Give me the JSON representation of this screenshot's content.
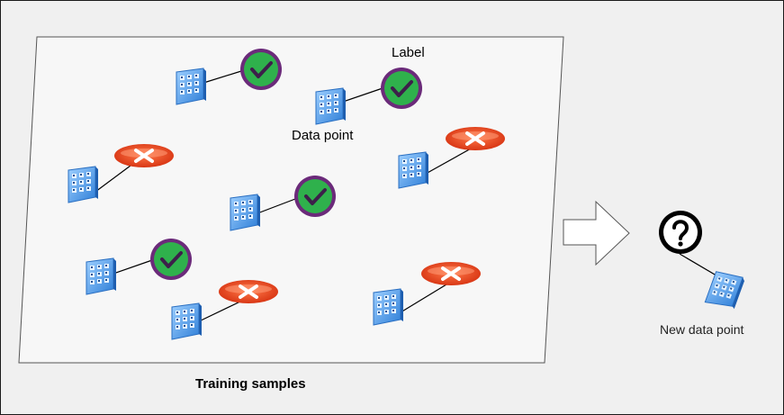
{
  "labels": {
    "label": "Label",
    "data_point": "Data point",
    "training_samples": "Training samples",
    "new_data_point": "New data point"
  },
  "colors": {
    "canvas_bg": "#f0f0f0",
    "panel_bg": "#f7f7f7",
    "check_fill": "#2fb14c",
    "check_ring": "#6b2a7a",
    "cross_fill": "#e2411a",
    "device_blue": "#3a8fe0",
    "arrow_stroke": "#555555"
  },
  "icons": {
    "device": "grid-device-icon",
    "positive": "check-icon",
    "negative": "cross-icon",
    "unknown": "question-icon",
    "flow": "right-arrow-icon"
  }
}
